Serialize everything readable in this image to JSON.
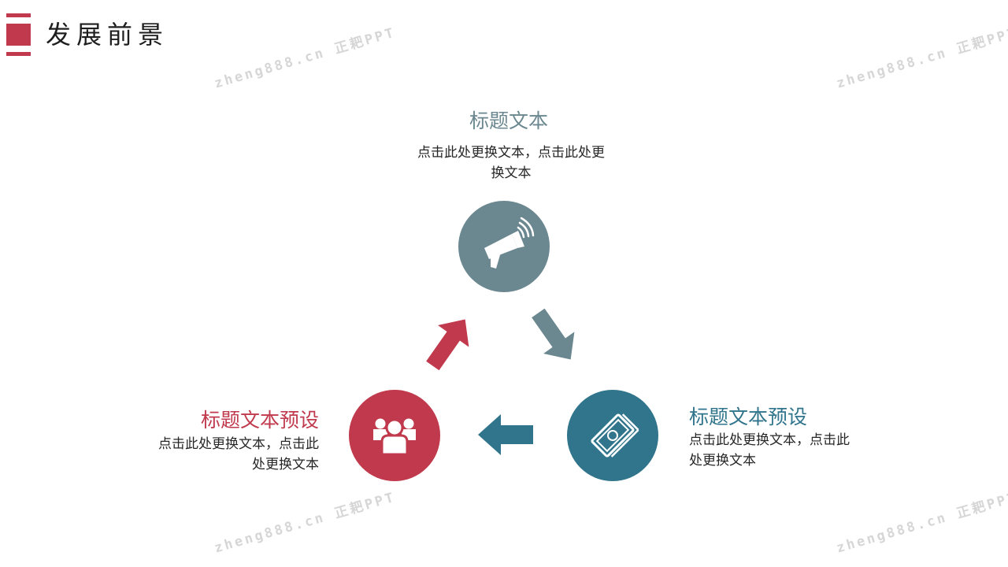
{
  "header": {
    "title": "发展前景"
  },
  "watermark": {
    "text": "zheng888.cn 正耙PPT"
  },
  "top": {
    "title": "标题文本",
    "desc_line1": "点击此处更换文本，点击此处更",
    "desc_line2": "换文本",
    "icon": "megaphone-icon",
    "color": "#6b8790"
  },
  "left": {
    "title": "标题文本预设",
    "desc_line1": "点击此处更换文本，点击此",
    "desc_line2": "处更换文本",
    "icon": "users-icon",
    "color": "#c0394c"
  },
  "right": {
    "title": "标题文本预设",
    "desc_line1": "点击此处更换文本，点击此",
    "desc_line2": "处更换文本",
    "icon": "money-icon",
    "color": "#31758c"
  }
}
